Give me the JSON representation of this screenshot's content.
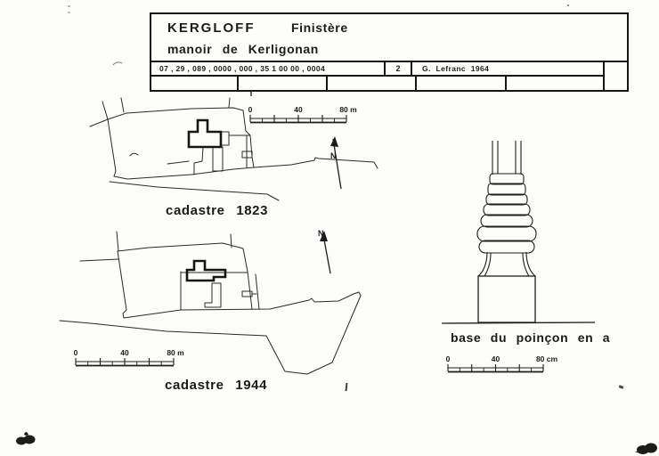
{
  "title_block": {
    "commune": "KERGLOFF",
    "department": "Finistère",
    "subject": "manoir de Kerligonan",
    "reference_codes": "07 , 29 , 089 , 0000 , 000 , 35 1 00 00 , 0004",
    "sheet_number": "2",
    "credit": "G. Lefranc  1964"
  },
  "maps": [
    {
      "caption": "cadastre 1823",
      "north_label": "N",
      "scale_bar": {
        "start": "0",
        "middle": "40",
        "end": "80 m"
      }
    },
    {
      "caption": "cadastre 1944",
      "north_label": "N",
      "scale_bar": {
        "start": "0",
        "middle": "40",
        "end": "80 m"
      }
    }
  ],
  "detail": {
    "caption": "base du poinçon en a",
    "scale_bar": {
      "start": "0",
      "middle": "40",
      "end": "80 cm"
    }
  },
  "ink_color": "#1c1c1c",
  "paper_color": "#fcfcfa"
}
